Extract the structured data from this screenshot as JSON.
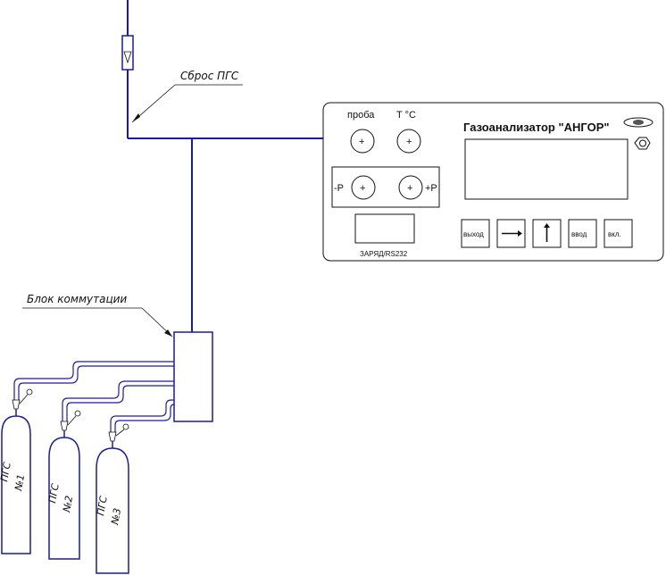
{
  "labels": {
    "vent": "Сброс ПГС",
    "switch_block": "Блок коммутации"
  },
  "analyzer": {
    "title": "Газоанализатор \"АНГОР\"",
    "port_sample_label": "проба",
    "port_temp_label": "T °C",
    "port_plus_symbol": "+",
    "pressure_minus_label": "-P",
    "pressure_plus_label": "+P",
    "charge_label": "ЗАРЯД/RS232",
    "buttons": {
      "exit": "выход",
      "enter": "ввод",
      "power": "вкл."
    }
  },
  "cylinders": [
    {
      "line1": "ПГС",
      "line2": "№1"
    },
    {
      "line1": "ПГС",
      "line2": "№2"
    },
    {
      "line1": "ПГС",
      "line2": "№3"
    }
  ],
  "colors": {
    "pipe": "#1a1aa8",
    "ink": "#111111"
  }
}
